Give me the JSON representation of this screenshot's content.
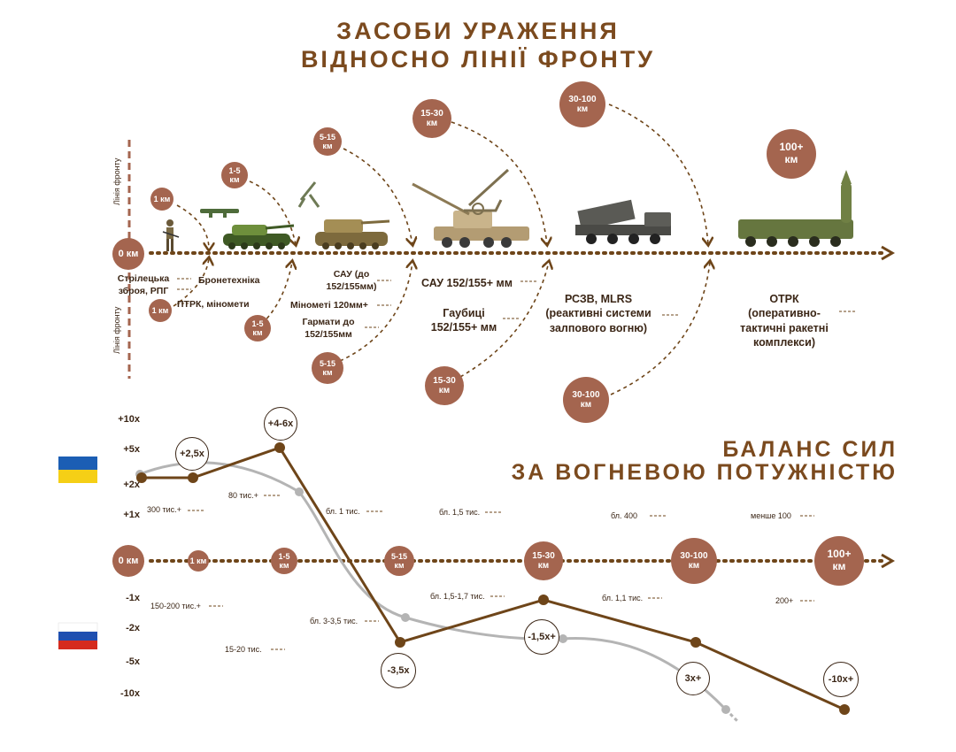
{
  "title": {
    "line1": "ЗАСОБИ УРАЖЕННЯ",
    "line2": "ВІДНОСНО ЛІНІЇ ФРОНТУ"
  },
  "front_line_label": "Лінія фронту",
  "top_axis": {
    "origin": "0 км",
    "bubbles": {
      "b1km_top": "1 км",
      "b1_5_top": "1-5\nкм",
      "b5_15_top": "5-15\nкм",
      "b15_30_top": "15-30\nкм",
      "b30_100_top": "30-100\nкм",
      "b100_top": "100+\nкм",
      "b1km_bot": "1 км",
      "b1_5_bot": "1-5\nкм",
      "b5_15_bot": "5-15\nкм",
      "b15_30_bot": "15-30\nкм",
      "b30_100_bot": "30-100\nкм"
    },
    "labels": {
      "small_arms": "Стрілецька\nзброя, РПГ",
      "armor": "Бронетехніка",
      "atgm": "ПТРК, міномети",
      "sau_small": "САУ (до\n152/155мм)",
      "mortar120": "Мінометі 120мм+",
      "guns": "Гармати до\n152/155мм",
      "sau_big": "САУ 152/155+ мм",
      "howitzers": "Гаубиці\n152/155+ мм",
      "mlrs": "РСЗВ, MLRS\n(реактивні системи\nзалпового вогню)",
      "otrk": "ОТРК\n(оперативно-\nтактичні ракетні\nкомплекси)"
    }
  },
  "balance": {
    "title_line1": "БАЛАНС СИЛ",
    "title_line2": "ЗА ВОГНЕВОЮ ПОТУЖНІСТЮ",
    "y_labels_up": [
      "+10x",
      "+5x",
      "+2x",
      "+1x"
    ],
    "y_labels_down": [
      "-1x",
      "-2x",
      "-5x",
      "-10x"
    ],
    "axis_bubbles": [
      "0 км",
      "1 км",
      "1-5\nкм",
      "5-15\nкм",
      "15-30\nкм",
      "30-100\nкм",
      "100+\nкм"
    ],
    "ring_labels": [
      "+2,5x",
      "+4-6x",
      "-3,5x",
      "-1,5x+",
      "3x+",
      "-10x+"
    ],
    "ua_notes": [
      "300 тис.+",
      "80 тис.+",
      "бл. 1 тис.",
      "бл. 1,5 тис.",
      "бл. 400",
      "менше 100"
    ],
    "ru_notes": [
      "150-200 тис.+",
      "15-20 тис.",
      "бл. 3-3,5 тис.",
      "бл. 1,5-1,7 тис.",
      "бл. 1,1 тис.",
      "200+"
    ]
  },
  "colors": {
    "brown": "#6e4519",
    "bubble": "#a4654f",
    "grey": "#b4b4b4",
    "ua_blue": "#1b5eb4",
    "ua_yellow": "#f5cf16",
    "ru_white": "#ffffff",
    "ru_blue": "#1f4fb0",
    "ru_red": "#d52b1e"
  }
}
